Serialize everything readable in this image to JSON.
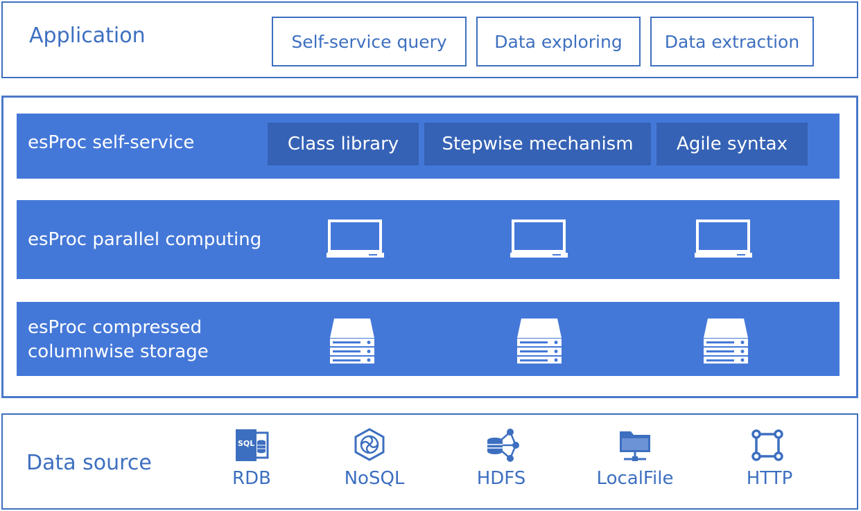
{
  "application": {
    "title": "Application",
    "buttons": [
      "Self-service query",
      "Data exploring",
      "Data extraction"
    ]
  },
  "layers": {
    "self_service": {
      "label": "esProc self-service",
      "chips": [
        "Class library",
        "Stepwise mechanism",
        "Agile syntax"
      ]
    },
    "parallel": {
      "label": "esProc parallel computing",
      "icon": "laptop-icon"
    },
    "storage": {
      "label_line1": "esProc compressed",
      "label_line2": "columnwise storage",
      "icon": "server-icon"
    }
  },
  "data_source": {
    "title": "Data source",
    "items": [
      {
        "label": "RDB",
        "icon": "sql-database-icon"
      },
      {
        "label": "NoSQL",
        "icon": "nosql-hexagon-icon"
      },
      {
        "label": "HDFS",
        "icon": "hdfs-network-icon"
      },
      {
        "label": "LocalFile",
        "icon": "folder-network-icon"
      },
      {
        "label": "HTTP",
        "icon": "http-nodes-icon"
      }
    ]
  },
  "colors": {
    "accent": "#3d6fc0",
    "band": "#4478d8",
    "chip": "#3562b5"
  }
}
